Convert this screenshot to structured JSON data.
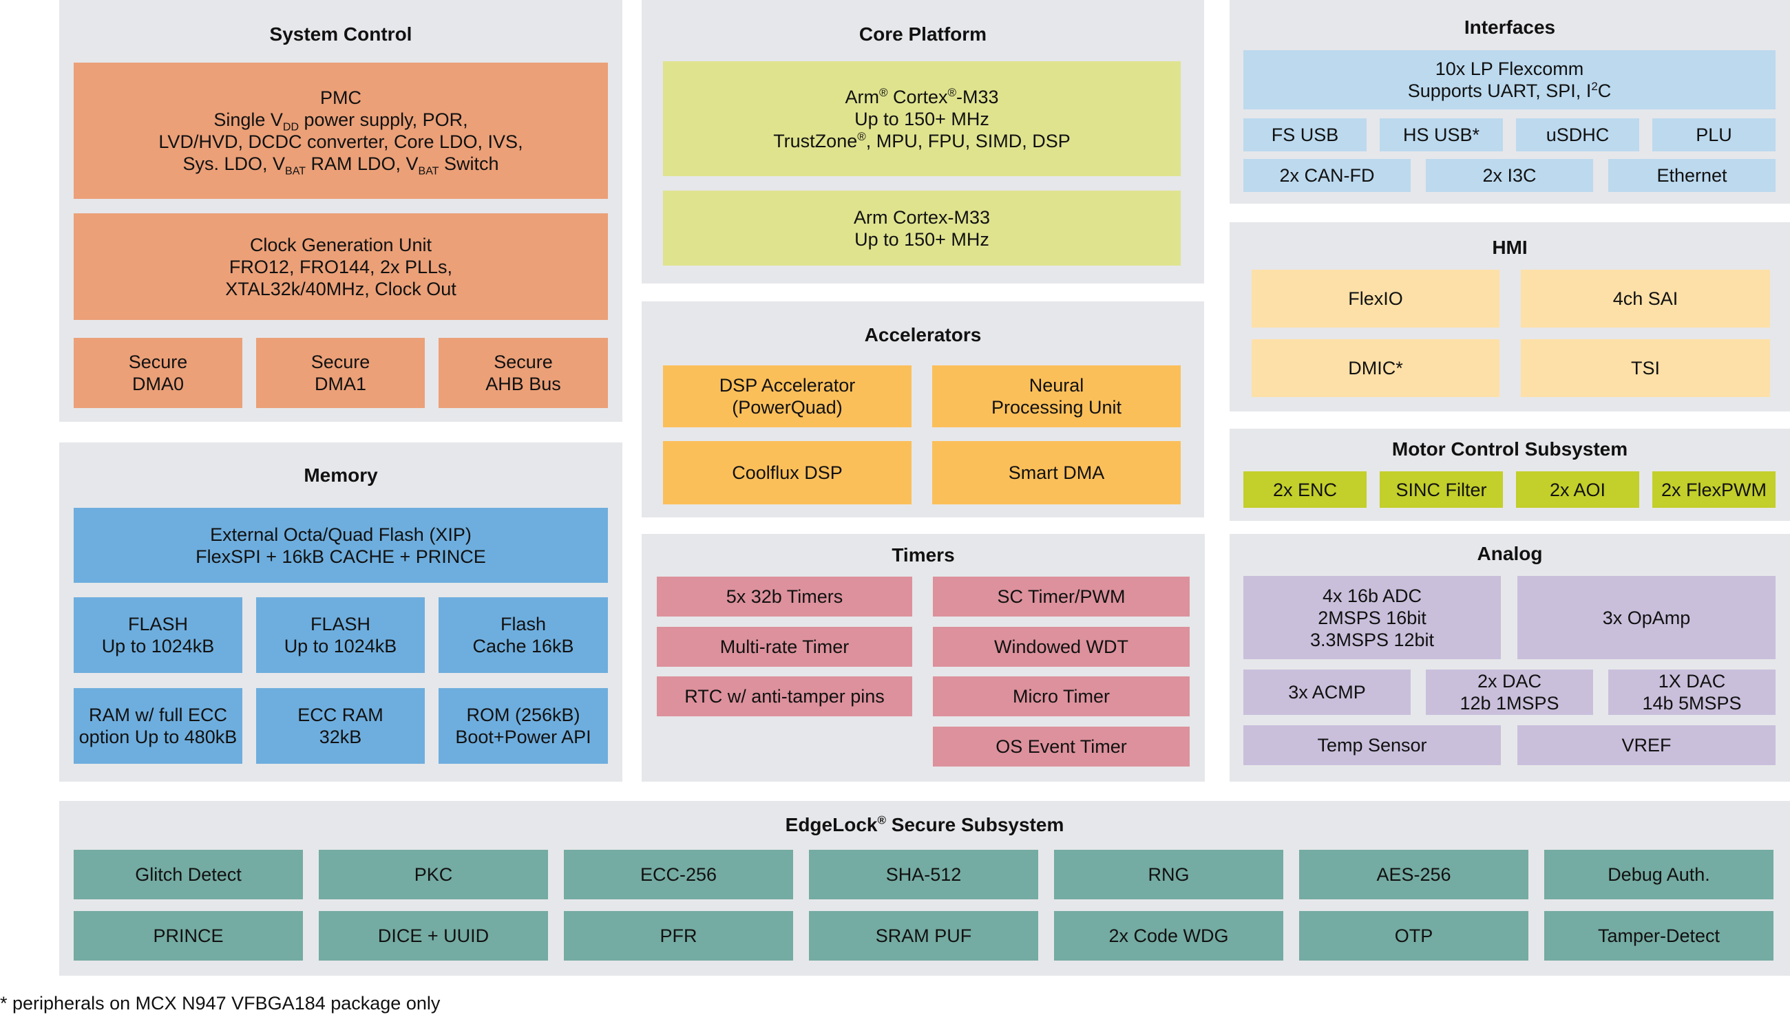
{
  "system_control": {
    "title": "System Control",
    "pmc": {
      "line1": "PMC",
      "line2_a": "Single V",
      "line2_sub": "DD",
      "line2_b": " power supply, POR,",
      "line3": "LVD/HVD, DCDC converter, Core LDO, IVS,",
      "line4_a": "Sys. LDO, V",
      "line4_sub1": "BAT",
      "line4_b": " RAM LDO, V",
      "line4_sub2": "BAT",
      "line4_c": " Switch"
    },
    "clock": [
      "Clock Generation Unit",
      "FRO12, FRO144, 2x PLLs,",
      "XTAL32k/40MHz, Clock Out"
    ],
    "secure": [
      [
        "Secure",
        "DMA0"
      ],
      [
        "Secure",
        "DMA1"
      ],
      [
        "Secure",
        "AHB Bus"
      ]
    ]
  },
  "core_platform": {
    "title": "Core Platform",
    "cpu0": {
      "line1_a": "Arm",
      "line1_sup1": "®",
      "line1_b": " Cortex",
      "line1_sup2": "®",
      "line1_c": "-M33",
      "line2": "Up to 150+  MHz",
      "line3_a": "TrustZone",
      "line3_sup": "®",
      "line3_b": ", MPU, FPU, SIMD, DSP"
    },
    "cpu1": [
      "Arm Cortex-M33",
      "Up to 150+  MHz"
    ]
  },
  "accelerators": {
    "title": "Accelerators",
    "items": [
      [
        "DSP Accelerator",
        "(PowerQuad)"
      ],
      [
        "Neural",
        "Processing Unit"
      ],
      [
        "Coolflux DSP"
      ],
      [
        "Smart DMA"
      ]
    ]
  },
  "timers": {
    "title": "Timers",
    "left": [
      "5x 32b Timers",
      "Multi-rate Timer",
      "RTC w/ anti-tamper pins"
    ],
    "right": [
      "SC Timer/PWM",
      "Windowed WDT",
      "Micro Timer",
      "OS Event Timer"
    ]
  },
  "memory": {
    "title": "Memory",
    "external": [
      "External Octa/Quad Flash (XIP)",
      "FlexSPI + 16kB CACHE + PRINCE"
    ],
    "grid": [
      [
        "FLASH",
        "Up to 1024kB"
      ],
      [
        "FLASH",
        "Up to 1024kB"
      ],
      [
        "Flash",
        "Cache 16kB"
      ],
      [
        "RAM w/ full ECC",
        "option Up to 480kB"
      ],
      [
        "ECC RAM",
        "32kB"
      ],
      [
        "ROM (256kB)",
        "Boot+Power API"
      ]
    ]
  },
  "interfaces": {
    "title": "Interfaces",
    "flexcomm": {
      "line1": "10x LP Flexcomm",
      "line2_a": "Supports UART, SPI, I",
      "line2_sup": "2",
      "line2_b": "C"
    },
    "row1": [
      "FS USB",
      "HS USB*",
      "uSDHC",
      "PLU"
    ],
    "row2": [
      "2x CAN-FD",
      "2x I3C",
      "Ethernet"
    ]
  },
  "hmi": {
    "title": "HMI",
    "items": [
      "FlexIO",
      "4ch SAI",
      "DMIC*",
      "TSI"
    ]
  },
  "motor_control": {
    "title": "Motor Control Subsystem",
    "items": [
      "2x ENC",
      "SINC Filter",
      "2x AOI",
      "2x FlexPWM"
    ]
  },
  "analog": {
    "title": "Analog",
    "adc": [
      "4x 16b ADC",
      "2MSPS 16bit",
      "3.3MSPS 12bit"
    ],
    "opamp": "3x OpAmp",
    "acmp": "3x ACMP",
    "dac1": [
      "2x DAC",
      "12b 1MSPS"
    ],
    "dac2": [
      "1X DAC",
      "14b 5MSPS"
    ],
    "temp": "Temp Sensor",
    "vref": "VREF"
  },
  "edgelock": {
    "title_a": "EdgeLock",
    "title_sup": "®",
    "title_b": " Secure Subsystem",
    "row1": [
      "Glitch Detect",
      "PKC",
      "ECC-256",
      "SHA-512",
      "RNG",
      "AES-256",
      "Debug Auth."
    ],
    "row2": [
      "PRINCE",
      "DICE + UUID",
      "PFR",
      "SRAM PUF",
      "2x Code WDG",
      "OTP",
      "Tamper-Detect"
    ]
  },
  "footnote": "* peripherals on MCX N947 VFBGA184 package only",
  "colors": {
    "panel": "#e6e7ea",
    "system_control": "#eba078",
    "core": "#dfe38e",
    "accelerators": "#fbbf5a",
    "timers": "#dc919c",
    "memory": "#6eaede",
    "interfaces": "#bcd9ee",
    "hmi": "#fde0a7",
    "motor_control": "#c3cf2a",
    "analog": "#c9bfdb",
    "edgelock": "#74aba2"
  }
}
